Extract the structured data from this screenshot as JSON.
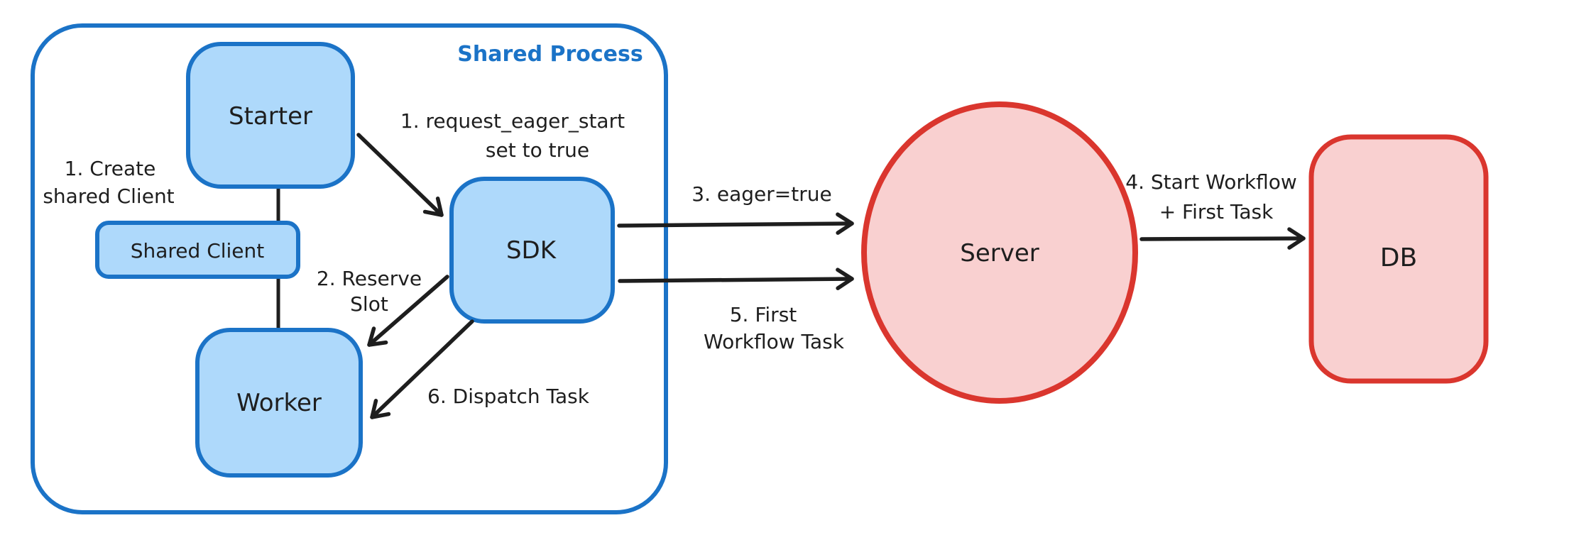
{
  "diagram": {
    "title": "Shared Process",
    "nodes": {
      "starter": {
        "label": "Starter"
      },
      "shared_client": {
        "label": "Shared Client"
      },
      "worker": {
        "label": "Worker"
      },
      "sdk": {
        "label": "SDK"
      },
      "server": {
        "label": "Server"
      },
      "db": {
        "label": "DB"
      }
    },
    "annotations": {
      "create_shared_client": {
        "line1": "1. Create",
        "line2": "shared Client"
      },
      "request_eager_start": {
        "line1": "1. request_eager_start",
        "line2": "set to true"
      },
      "reserve_slot": {
        "line1": "2. Reserve",
        "line2": "Slot"
      },
      "eager_true": {
        "label": "3. eager=true"
      },
      "start_workflow": {
        "line1": "4. Start Workflow",
        "line2": "+ First Task"
      },
      "first_workflow_task": {
        "line1": "5. First",
        "line2": "Workflow Task"
      },
      "dispatch_task": {
        "label": "6. Dispatch Task"
      }
    },
    "colors": {
      "node_blue_fill": "#aed9fb",
      "node_blue_stroke": "#1b73c7",
      "node_red_fill": "#f9d0d0",
      "node_red_stroke": "#da362e",
      "arrow_black": "#1e1e1e",
      "container_label_blue": "#1b73c7",
      "background": "#ffffff"
    }
  }
}
